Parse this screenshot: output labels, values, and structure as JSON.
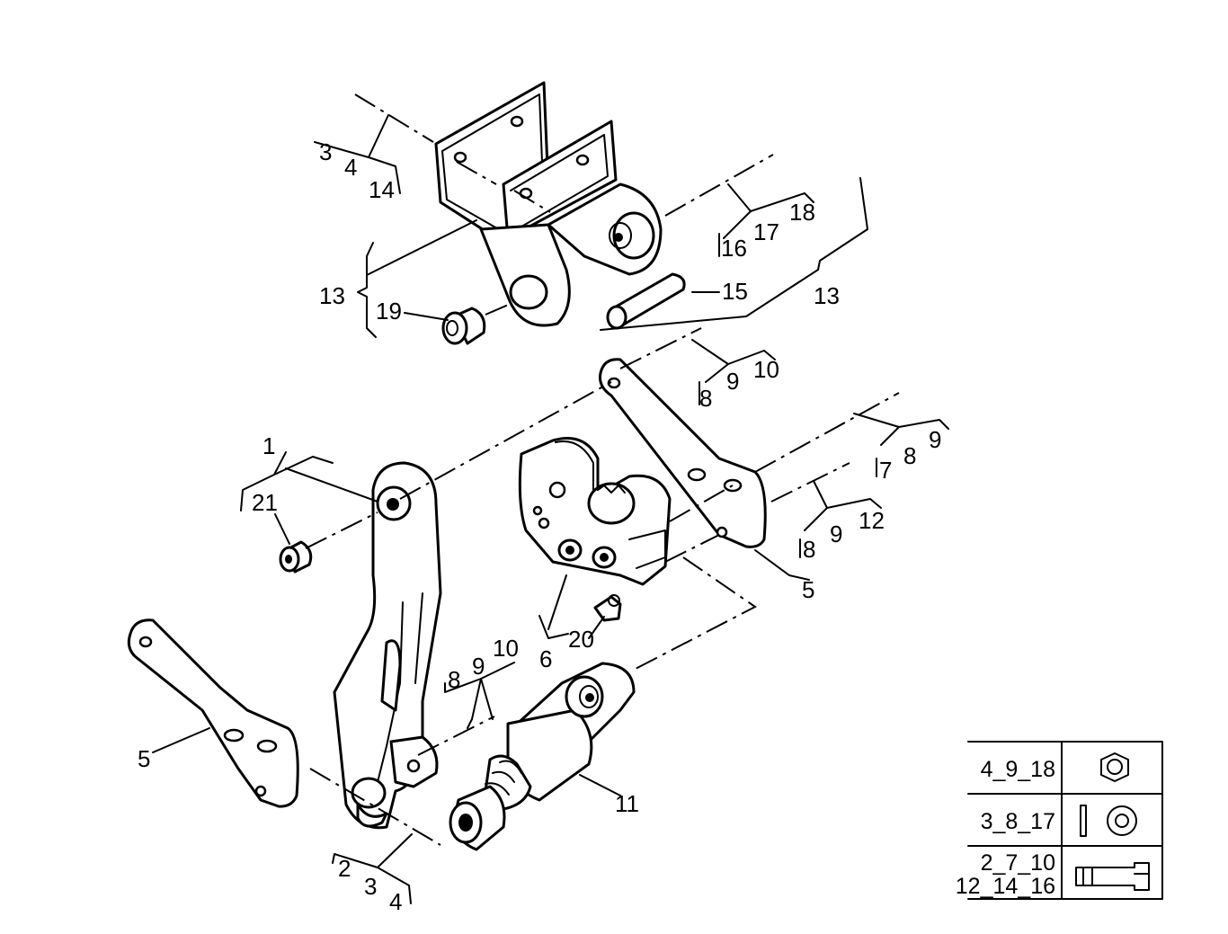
{
  "diagram": {
    "callouts": {
      "c_3_top": "3",
      "c_4_top": "4",
      "c_14": "14",
      "c_16": "16",
      "c_17": "17",
      "c_18": "18",
      "c_13_left": "13",
      "c_19": "19",
      "c_15": "15",
      "c_13_right": "13",
      "c_8_a": "8",
      "c_9_a": "9",
      "c_10_a": "10",
      "c_7": "7",
      "c_8_b": "8",
      "c_9_b": "9",
      "c_1": "1",
      "c_21": "21",
      "c_8_c": "8",
      "c_9_c": "9",
      "c_12": "12",
      "c_5_right": "5",
      "c_6": "6",
      "c_20": "20",
      "c_8_d": "8",
      "c_9_d": "9",
      "c_10_d": "10",
      "c_5_left": "5",
      "c_11": "11",
      "c_2": "2",
      "c_3_bottom": "3",
      "c_4_bottom": "4"
    },
    "key": {
      "nut_row": "4_9_18",
      "washer_row": "3_8_17",
      "bolt_row_line1": "2_7_10",
      "bolt_row_line2": "12_14_16"
    }
  }
}
